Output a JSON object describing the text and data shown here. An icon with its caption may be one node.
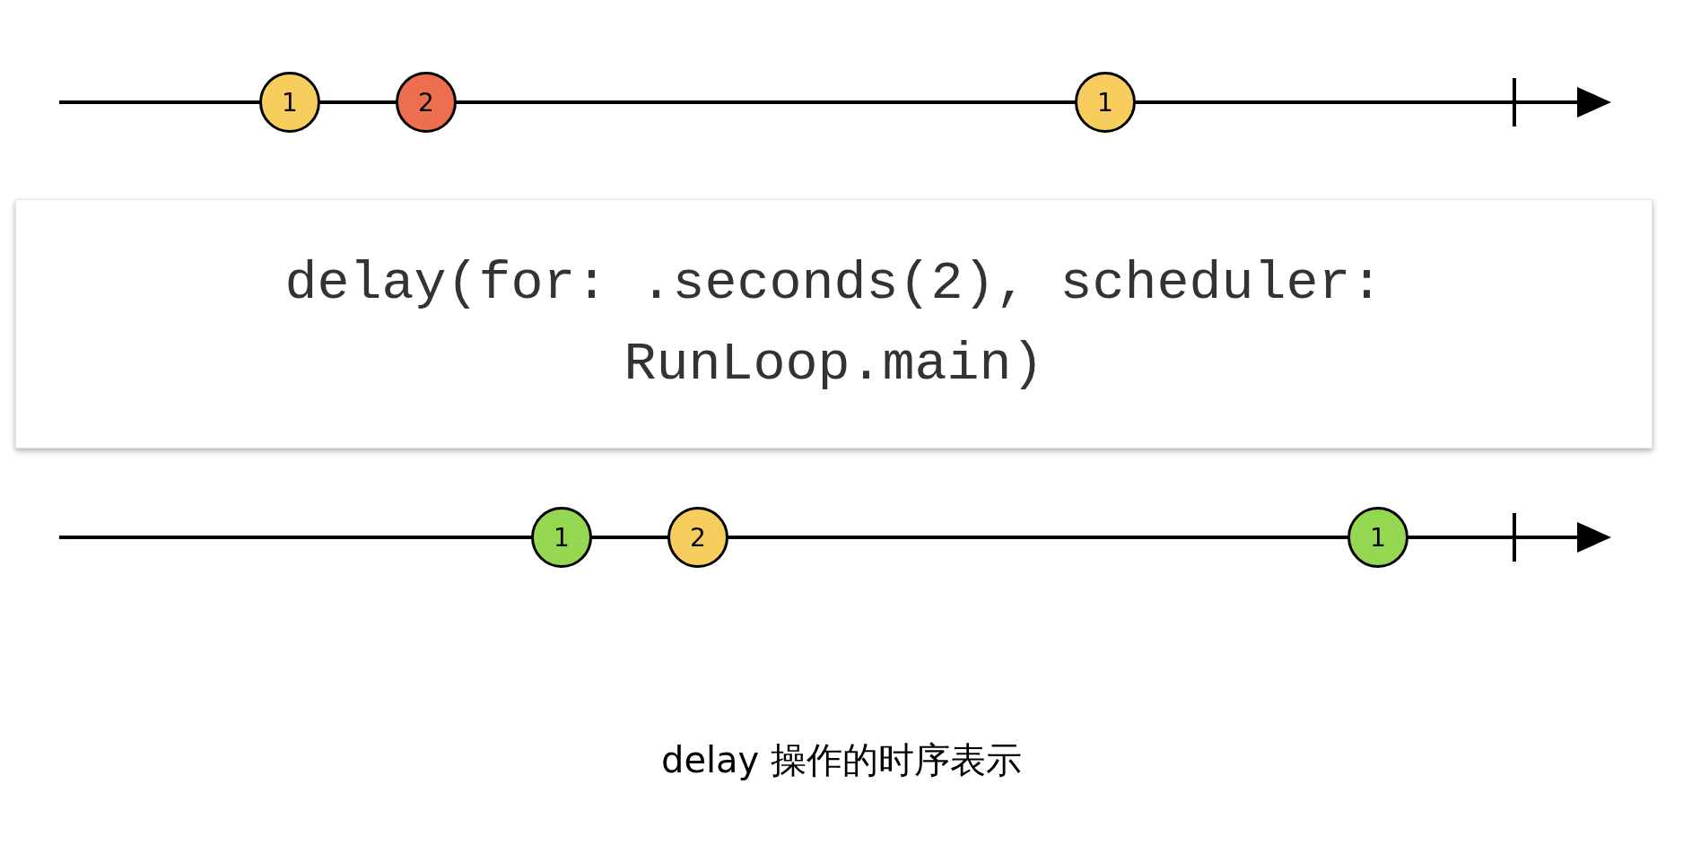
{
  "diagram": {
    "caption": "delay 操作的时序表示",
    "nodes": [
      {
        "text": [
          "1"
        ]
      },
      {
        "text": [
          "2"
        ]
      },
      {
        "text": [
          "1"
        ]
      },
      {
        "text": [
          "delay(for: .seconds(2), scheduler: RunLoop.main)"
        ]
      },
      {
        "text": [
          "1"
        ]
      },
      {
        "text": [
          "2"
        ]
      },
      {
        "text": [
          "1"
        ]
      }
    ]
  }
}
